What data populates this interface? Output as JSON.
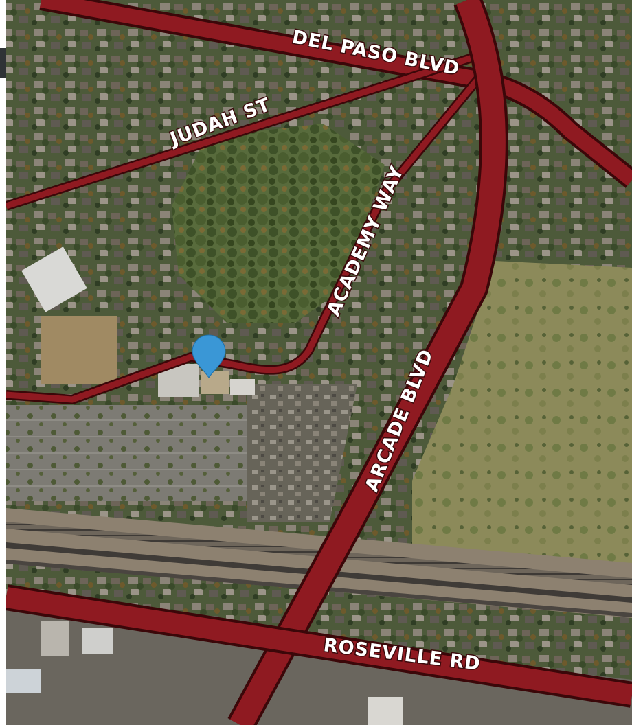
{
  "map": {
    "style": "satellite",
    "colors": {
      "road_highlight": "#8f1a21",
      "road_outline": "#3b0709",
      "pin": "#3a97d6",
      "label_text": "#ffffff"
    },
    "roads": [
      {
        "id": "del-paso-blvd",
        "label": "DEL PASO BLVD"
      },
      {
        "id": "judah-st",
        "label": "JUDAH ST"
      },
      {
        "id": "academy-way",
        "label": "ACADEMY WAY"
      },
      {
        "id": "arcade-blvd",
        "label": "ARCADE BLVD"
      },
      {
        "id": "roseville-rd",
        "label": "ROSEVILLE RD"
      }
    ],
    "marker": {
      "icon": "location-pin-icon"
    }
  }
}
